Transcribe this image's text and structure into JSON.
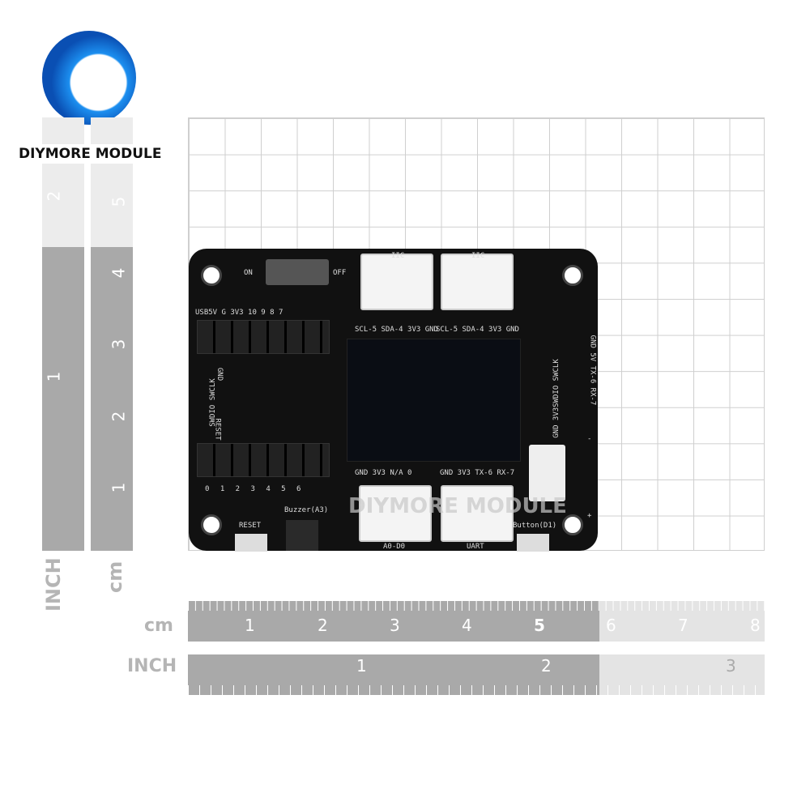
{
  "logo": {
    "text": "DIYMORE MODULE",
    "watermark": "DIYMORE MODULE"
  },
  "vertical_rulers": {
    "inch_label": "INCH",
    "cm_label": "cm",
    "inch_numbers": [
      "2",
      "1"
    ],
    "cm_numbers": [
      "5",
      "4",
      "3",
      "2",
      "1"
    ]
  },
  "horizontal_rulers": {
    "cm_label": "cm",
    "inch_label": "INCH",
    "cm_numbers": [
      "1",
      "2",
      "3",
      "4",
      "5",
      "6",
      "7",
      "8"
    ],
    "inch_numbers": [
      "1",
      "2",
      "3"
    ]
  },
  "board": {
    "switch": {
      "on": "ON",
      "off": "OFF"
    },
    "iic_left": "IIC",
    "iic_right": "IIC",
    "iic_pins": "SCL-5 SDA-4 3V3 GND",
    "top_header": "USB5V G 3V3 10 9 8 7",
    "bottom_header": "0 1 2 3 4 5 6",
    "swd": "SWDIO SWCLK",
    "gnd": "GND",
    "reset_pin": "RESET",
    "right_pins": "GND 3V3SWDIO SWCLK",
    "uart_pins_side": "GND 5V TX-6 RX-7",
    "a0_pins": "GND 3V3 N/A 0",
    "uart_pins": "GND 3V3 TX-6 RX-7",
    "a0_label": "A0-D0",
    "uart_label": "UART",
    "reset": "RESET",
    "buzzer": "Buzzer(A3)",
    "button": "Button(D1)",
    "plus": "+",
    "minus": "-"
  }
}
